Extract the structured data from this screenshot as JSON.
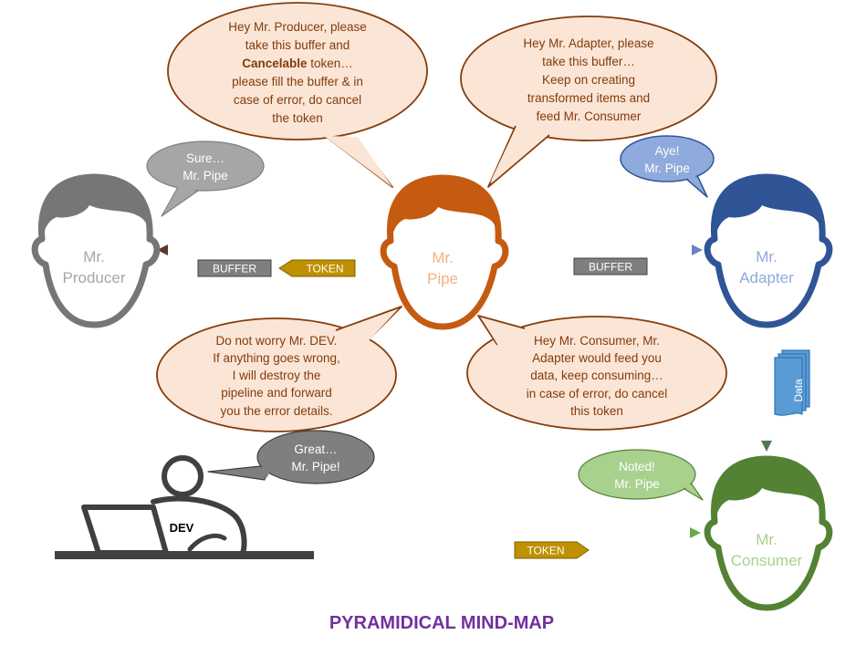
{
  "title": "PYRAMIDICAL MIND-MAP",
  "colors": {
    "title": "#7030a0",
    "producer": "#767676",
    "pipe": "#c55a11",
    "adapter": "#2f5597",
    "consumer": "#548235",
    "bubble_fill": "#fbe5d6",
    "bubble_stroke": "#843c0c",
    "bubble_text": "#833c0b",
    "tag_gray": "#7f7f7f",
    "tag_gold": "#bf9000",
    "data_blue": "#5b9bd5"
  },
  "characters": {
    "producer": {
      "line1": "Mr.",
      "line2": "Producer"
    },
    "pipe": {
      "line1": "Mr.",
      "line2": "Pipe"
    },
    "adapter": {
      "line1": "Mr.",
      "line2": "Adapter"
    },
    "consumer": {
      "line1": "Mr.",
      "line2": "Consumer"
    },
    "dev": {
      "label": "DEV"
    }
  },
  "bubbles": {
    "pipe_to_producer": {
      "line1": "Hey Mr. Producer, please",
      "line2": "take this buffer and",
      "line3_bold": "Cancelable",
      "line3_rest": " token…",
      "line4": "please fill the buffer & in",
      "line5": "case of error, do cancel",
      "line6": "the token"
    },
    "pipe_to_adapter": {
      "line1": "Hey Mr. Adapter, please",
      "line2": "take this buffer…",
      "line3": "Keep on creating",
      "line4": "transformed items and",
      "line5": "feed Mr. Consumer"
    },
    "producer_reply": {
      "line1": "Sure…",
      "line2": "Mr. Pipe"
    },
    "adapter_reply": {
      "line1": "Aye!",
      "line2": "Mr. Pipe"
    },
    "pipe_to_dev": {
      "line1": "Do not worry Mr. DEV.",
      "line2": "If anything goes wrong,",
      "line3": "I will destroy the",
      "line4": "pipeline and forward",
      "line5": "you the error details."
    },
    "pipe_to_consumer": {
      "line1": "Hey Mr. Consumer, Mr.",
      "line2": "Adapter would feed you",
      "line3": "data, keep consuming…",
      "line4": "in case of error, do cancel",
      "line5": "this token"
    },
    "dev_reply": {
      "line1": "Great…",
      "line2": "Mr. Pipe!"
    },
    "consumer_reply": {
      "line1": "Noted!",
      "line2": "Mr. Pipe"
    }
  },
  "tags": {
    "buffer_left": "BUFFER",
    "token_left": "TOKEN",
    "buffer_right": "BUFFER",
    "token_bottom": "TOKEN",
    "data": "Data"
  }
}
